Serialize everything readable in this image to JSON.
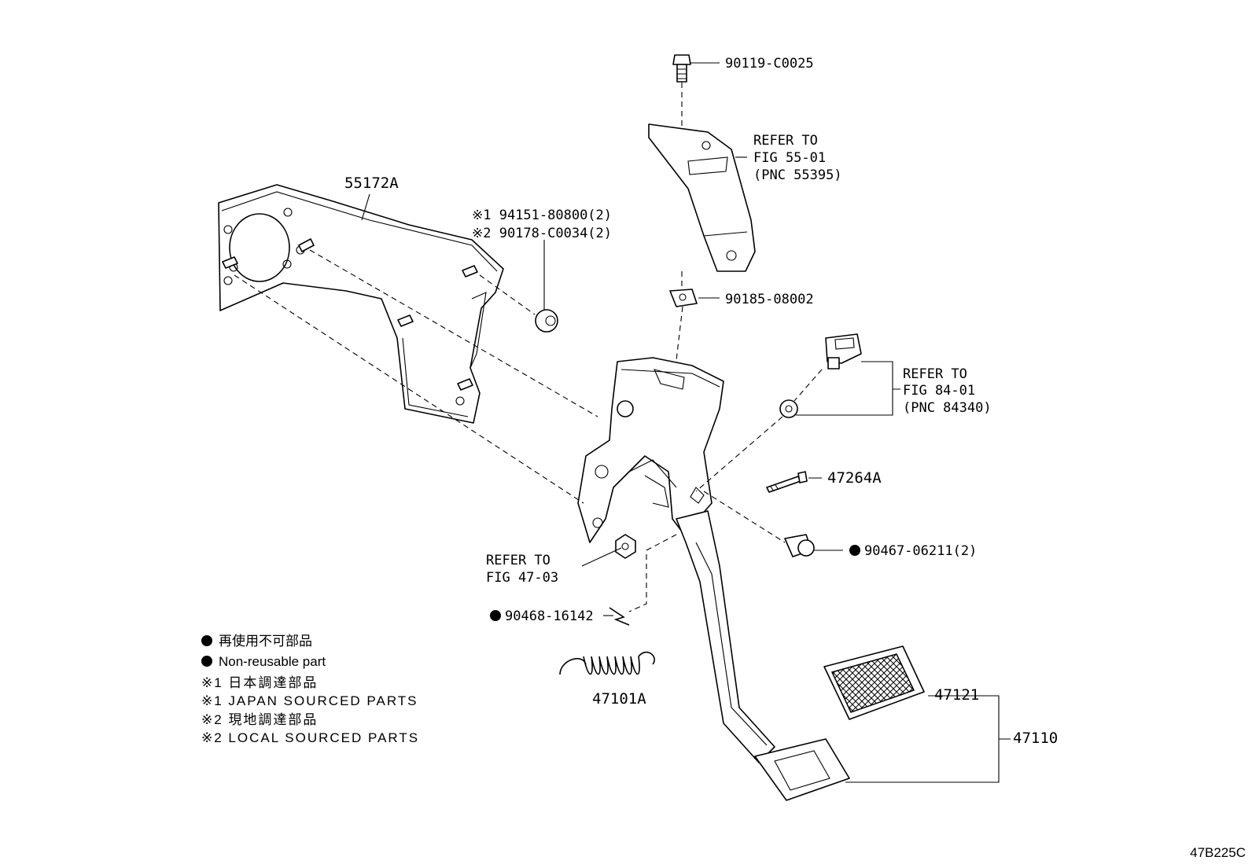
{
  "parts": {
    "bolt_top": "90119-C0025",
    "bracket_refer": [
      "REFER TO",
      "FIG 55-01",
      "(PNC 55395)"
    ],
    "clip": "90185-08002",
    "bracket_main": "55172A",
    "nut_option_1": "※1 94151-80800(2)",
    "nut_option_2": "※2 90178-C0034(2)",
    "switch_refer": [
      "REFER TO",
      "FIG 84-01",
      "(PNC 84340)"
    ],
    "shaft": "47264A",
    "stopper": "90467-06211(2)",
    "nut_refer": [
      "REFER TO",
      "FIG 47-03"
    ],
    "pin": "90468-16142",
    "spring": "47101A",
    "pad": "47121",
    "pedal_assy": "47110"
  },
  "legend": {
    "non_reusable_jp": "再使用不可部品",
    "non_reusable_en": "Non-reusable part",
    "japan_jp": "※1 日本調達部品",
    "japan_en": "※1 JAPAN SOURCED PARTS",
    "local_jp": "※2 現地調達部品",
    "local_en": "※2 LOCAL SOURCED PARTS"
  },
  "figure_code": "47B225C"
}
